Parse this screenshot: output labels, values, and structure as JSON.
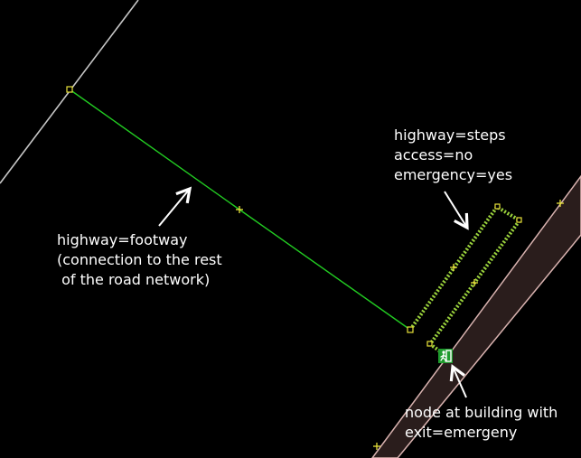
{
  "map": {
    "colors": {
      "background": "#000000",
      "footway": "#22cc22",
      "steps": "#9bd33c",
      "node": "#e8e23a",
      "road_line": "#c6c6c6",
      "building_fill": "#2a1d1c",
      "building_edge": "#d9b3b0",
      "label": "#ffffff",
      "exit_icon": "#1e9b2d"
    },
    "annotations": {
      "footway": [
        "highway=footway",
        "(connection to the rest",
        " of the road network)"
      ],
      "steps": [
        "highway=steps",
        "access=no",
        "emergency=yes"
      ],
      "exit": [
        "node at building with",
        "exit=emergeny"
      ]
    },
    "icons": {
      "exit": "emergency-exit-icon"
    }
  }
}
